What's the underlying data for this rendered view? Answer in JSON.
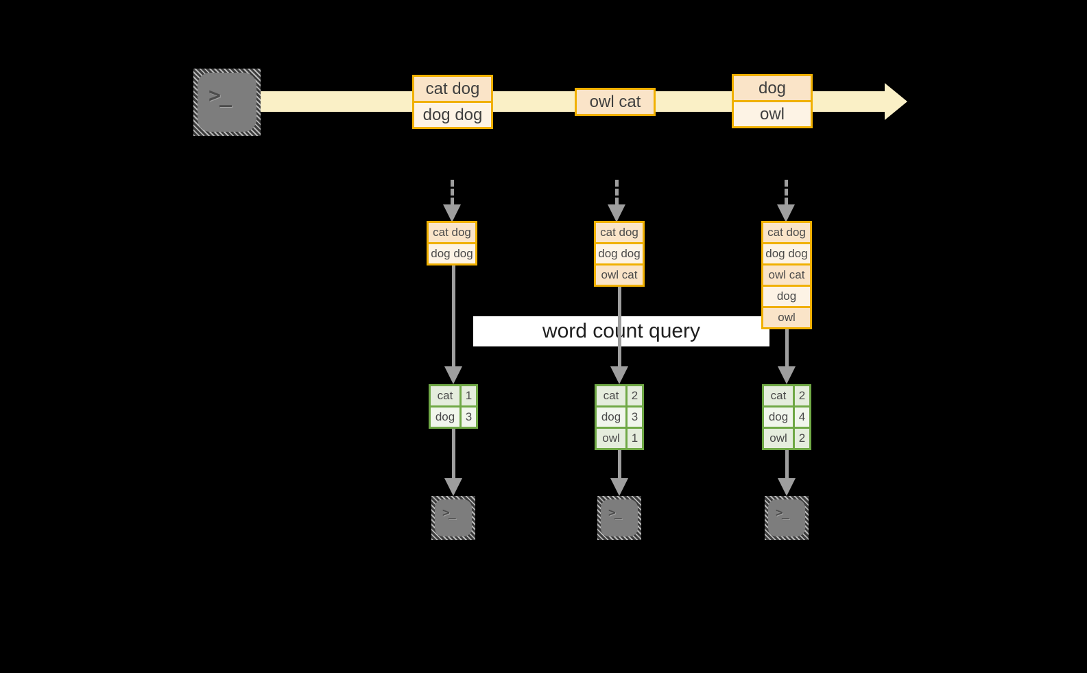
{
  "diagram": {
    "title_semantic": "streaming word count query diagram",
    "query_label": "word count query",
    "prompt_glyph": ">_",
    "stream_events": [
      {
        "lines": [
          "cat dog",
          "dog dog"
        ]
      },
      {
        "lines": [
          "owl cat"
        ]
      },
      {
        "lines": [
          "dog",
          "owl"
        ]
      }
    ],
    "columns": [
      {
        "received": [
          "cat dog",
          "dog dog"
        ],
        "counts": [
          {
            "word": "cat",
            "count": "1"
          },
          {
            "word": "dog",
            "count": "3"
          }
        ]
      },
      {
        "received": [
          "cat dog",
          "dog dog",
          "owl cat"
        ],
        "counts": [
          {
            "word": "cat",
            "count": "2"
          },
          {
            "word": "dog",
            "count": "3"
          },
          {
            "word": "owl",
            "count": "1"
          }
        ]
      },
      {
        "received": [
          "cat dog",
          "dog dog",
          "owl cat",
          "dog",
          "owl"
        ],
        "counts": [
          {
            "word": "cat",
            "count": "2"
          },
          {
            "word": "dog",
            "count": "4"
          },
          {
            "word": "owl",
            "count": "2"
          }
        ]
      }
    ],
    "colors": {
      "background": "#000000",
      "stream_band": "#FAF0C6",
      "accent_orange": "#F0B000",
      "fill_peach": "#FAE4C8",
      "fill_cream": "#FDF3E5",
      "accent_green": "#6FA845",
      "fill_green_dark": "#E5EDDD",
      "fill_green_light": "#F1F6EC",
      "arrow_gray": "#9E9E9E",
      "terminal_gray": "#7D7D7D",
      "query_band_bg": "#FFFFFF"
    }
  }
}
